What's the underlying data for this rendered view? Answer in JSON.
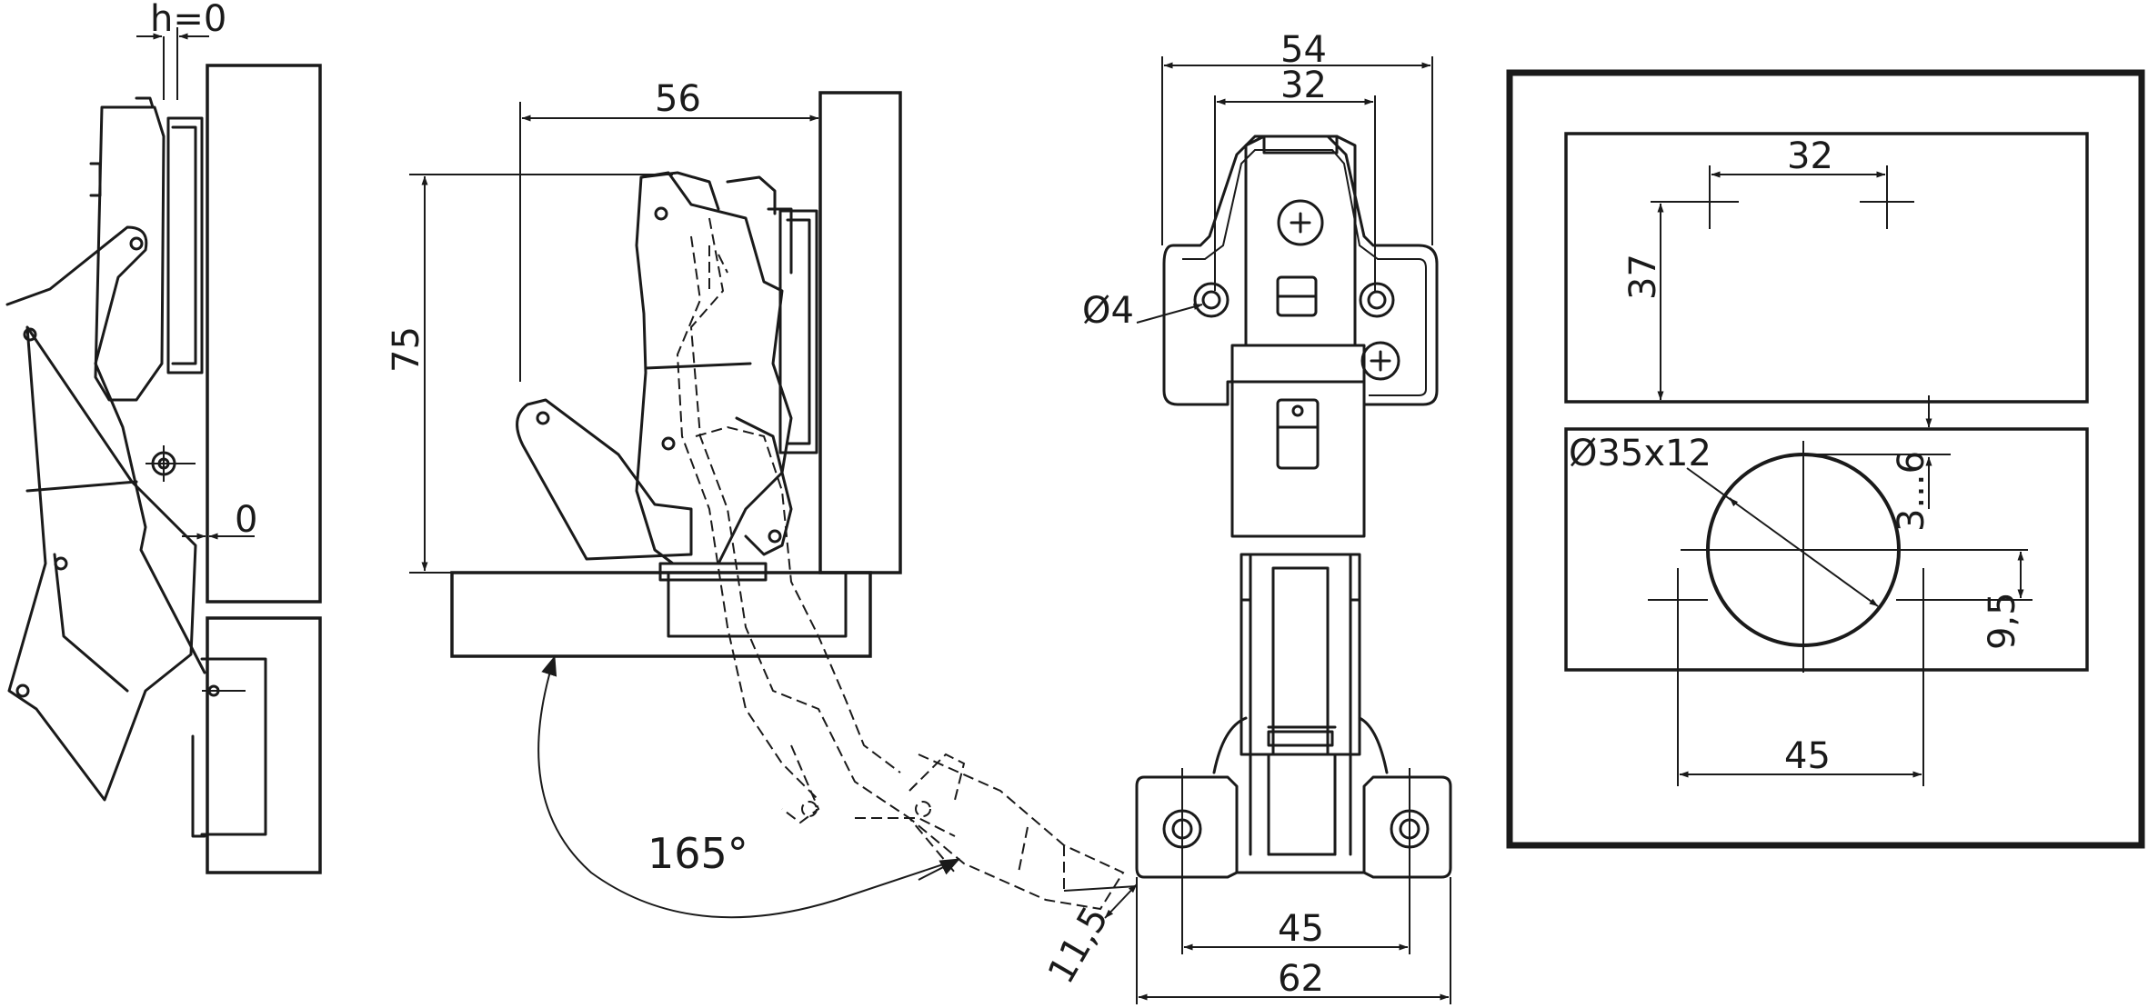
{
  "side_view_left": {
    "dim_overlay": "h=0",
    "dim_gap": "0"
  },
  "side_view_open": {
    "dim_width": "56",
    "dim_height": "75",
    "dim_angle": "165°",
    "dim_offset": "11,5"
  },
  "front_view": {
    "dim_outer_width": "54",
    "dim_inner_width": "32",
    "dim_hole": "Ø4",
    "dim_base_holes": "45",
    "dim_base_width": "62"
  },
  "drill_pattern": {
    "dim_top_spacing": "32",
    "dim_top_height": "37",
    "dim_cup": "Ø35x12",
    "dim_edge": "3...6",
    "dim_offset": "9,5",
    "dim_bottom_spacing": "45"
  }
}
